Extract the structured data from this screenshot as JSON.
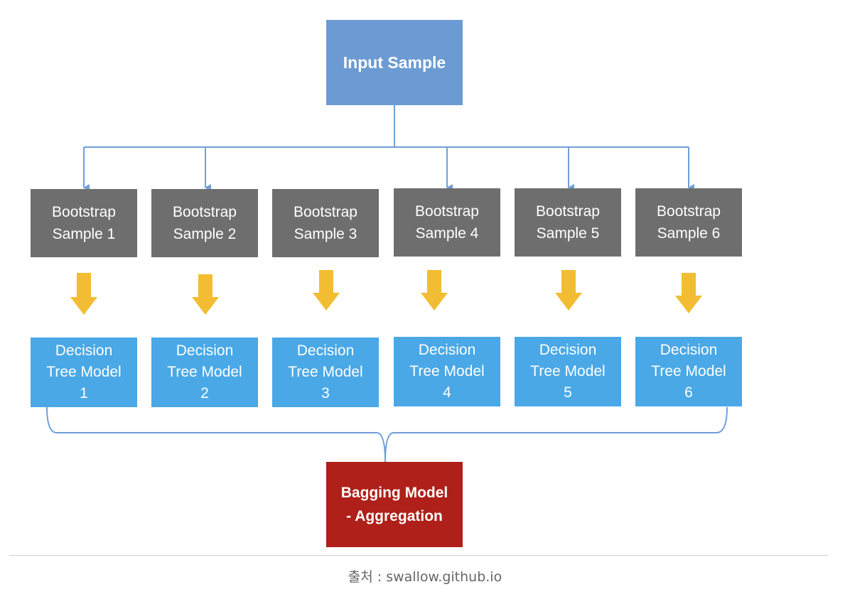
{
  "diagram": {
    "input_label": "Input Sample",
    "bootstrap_samples": [
      {
        "line1": "Bootstrap",
        "line2": "Sample 1"
      },
      {
        "line1": "Bootstrap",
        "line2": "Sample 2"
      },
      {
        "line1": "Bootstrap",
        "line2": "Sample 3"
      },
      {
        "line1": "Bootstrap",
        "line2": "Sample 4"
      },
      {
        "line1": "Bootstrap",
        "line2": "Sample 5"
      },
      {
        "line1": "Bootstrap",
        "line2": "Sample 6"
      }
    ],
    "tree_models": [
      {
        "line1": "Decision",
        "line2": "Tree Model",
        "line3": "1"
      },
      {
        "line1": "Decision",
        "line2": "Tree Model",
        "line3": "2"
      },
      {
        "line1": "Decision",
        "line2": "Tree Model",
        "line3": "3"
      },
      {
        "line1": "Decision",
        "line2": "Tree Model",
        "line3": "4"
      },
      {
        "line1": "Decision",
        "line2": "Tree Model",
        "line3": "5"
      },
      {
        "line1": "Decision",
        "line2": "Tree Model",
        "line3": "6"
      }
    ],
    "aggregate_line1": "Bagging Model",
    "aggregate_line2": "- Aggregation",
    "colors": {
      "input_fill": "#6b9bd2",
      "bootstrap_fill": "#6e6e6e",
      "tree_fill": "#4aa8e6",
      "aggregate_fill": "#ae2019",
      "connector": "#6f9fd8",
      "down_arrow": "#f2bd32"
    }
  },
  "caption": "출처 : swallow.github.io"
}
